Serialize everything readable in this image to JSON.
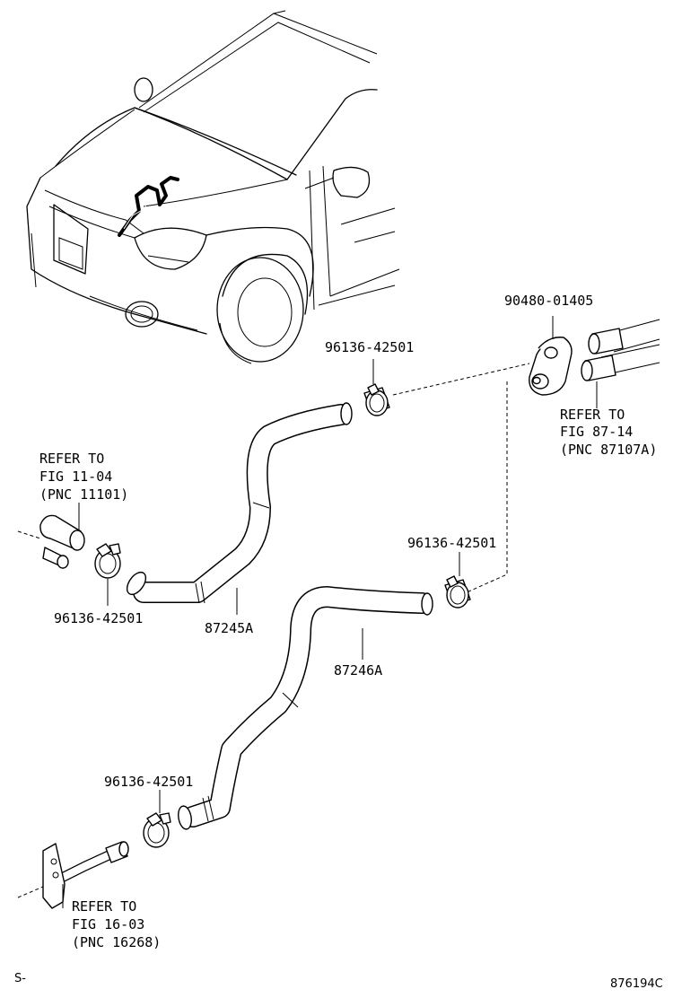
{
  "callouts": {
    "grommet": "90480-01405",
    "clamp_upper": "96136-42501",
    "clamp_right": "96136-42501",
    "clamp_left": "96136-42501",
    "clamp_lower": "96136-42501",
    "hose_upper": "87245A",
    "hose_lower": "87246A"
  },
  "references": {
    "heater_core": [
      "REFER TO",
      "FIG 87-14",
      "(PNC 87107A)"
    ],
    "engine": [
      "REFER TO",
      "FIG 11-04",
      "(PNC 11101)"
    ],
    "water_pipe": [
      "REFER TO",
      "FIG 16-03",
      "(PNC 16268)"
    ]
  },
  "footer": {
    "left_mark": "S-",
    "code": "876194C"
  }
}
